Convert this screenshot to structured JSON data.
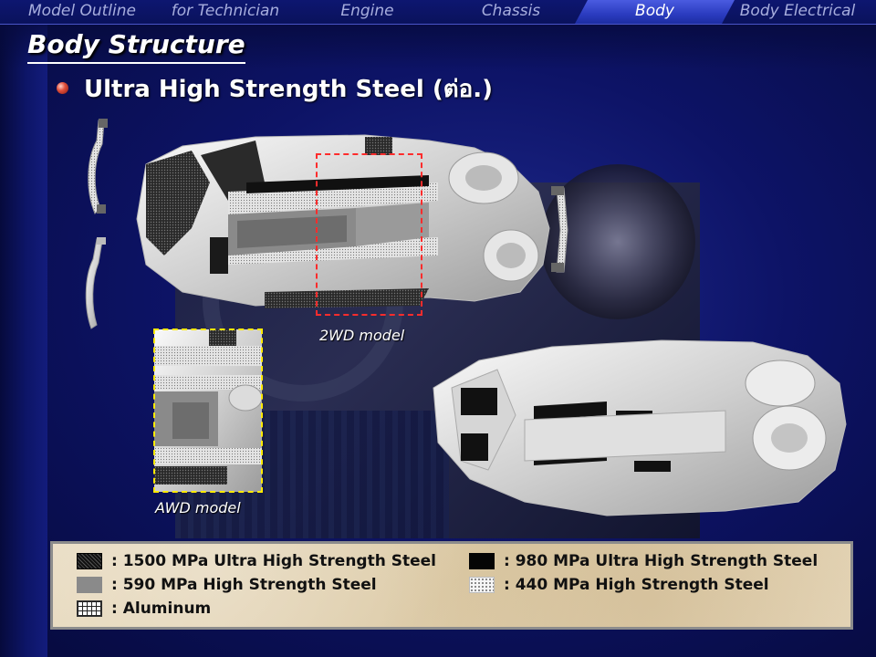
{
  "nav": {
    "tabs": [
      {
        "label": "Model Outline"
      },
      {
        "label": "for Technician"
      },
      {
        "label": "Engine"
      },
      {
        "label": "Chassis"
      },
      {
        "label": "Body",
        "active": true
      },
      {
        "label": "Body Electrical"
      }
    ]
  },
  "page": {
    "title": "Body Structure",
    "subtitle": "Ultra High Strength Steel (ต่อ.)"
  },
  "figure": {
    "label_2wd": "2WD model",
    "label_awd": "AWD model",
    "highlight_2wd_color": "#ff2c2c",
    "highlight_awd_color": "#ffea00"
  },
  "legend": {
    "items": [
      {
        "label": ": 1500 MPa Ultra High Strength Steel",
        "swatch": "dark-crosshatch"
      },
      {
        "label": ": 980 MPa Ultra High Strength Steel",
        "swatch": "solid-black"
      },
      {
        "label": ": 590 MPa High Strength Steel",
        "swatch": "solid-gray"
      },
      {
        "label": ": 440 MPa High Strength Steel",
        "swatch": "light-dotted"
      },
      {
        "label": ": Aluminum",
        "swatch": "grid"
      }
    ]
  },
  "colors": {
    "background": "#0d1366",
    "active_tab": "#2b3cc0",
    "legend_bg": "#e2d3b4"
  }
}
